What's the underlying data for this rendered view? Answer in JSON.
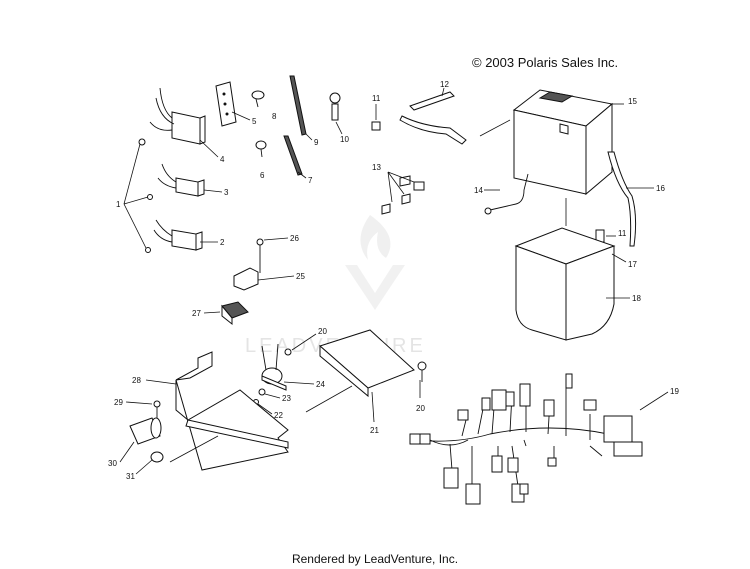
{
  "copyright": "© 2003 Polaris Sales Inc.",
  "footer": "Rendered by LeadVenture, Inc.",
  "watermark": "LEADVENTURE",
  "callouts": [
    "1",
    "2",
    "3",
    "4",
    "5",
    "6",
    "7",
    "8",
    "9",
    "10",
    "11",
    "11",
    "12",
    "13",
    "14",
    "15",
    "16",
    "17",
    "18",
    "19",
    "20",
    "20",
    "21",
    "22",
    "23",
    "24",
    "25",
    "26",
    "27",
    "28",
    "29",
    "30",
    "31"
  ]
}
